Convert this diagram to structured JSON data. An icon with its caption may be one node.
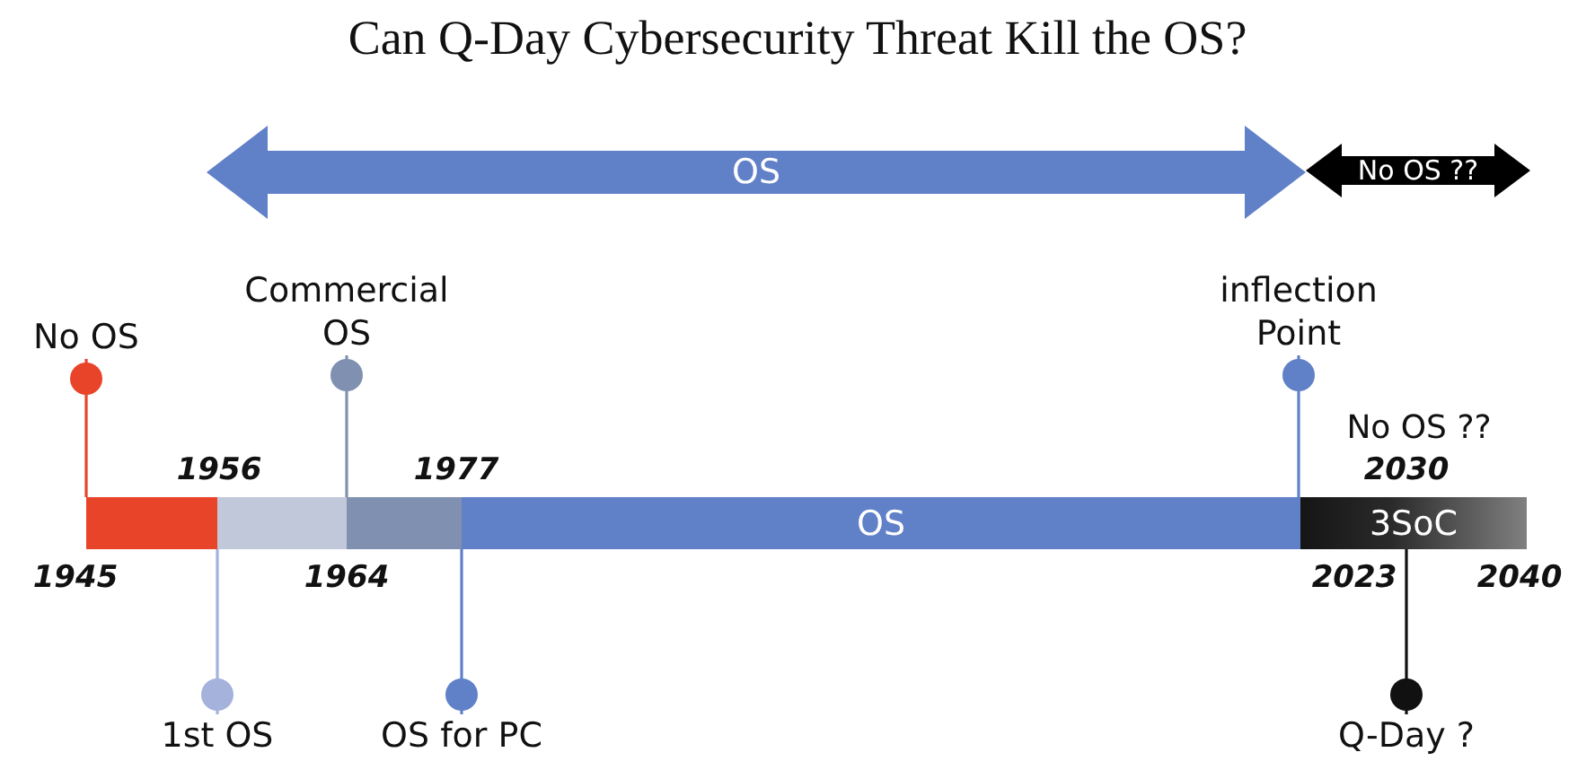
{
  "diagram": {
    "title": "Can Q-Day Cybersecurity Threat Kill the OS?",
    "nodes": [
      {
        "text": [],
        "shape": "bar"
      },
      {
        "text": [],
        "shape": "bar"
      },
      {
        "text": [],
        "shape": "bar"
      },
      {
        "text": [
          "OS"
        ]
      },
      {
        "text": [
          "3SoC"
        ]
      },
      {
        "text": [
          "OS"
        ]
      },
      {
        "text": [
          "No OS ??"
        ]
      },
      {
        "text": [
          "No OS"
        ]
      },
      {
        "text": [
          "1st OS"
        ]
      },
      {
        "text": [
          "Commercial OS"
        ]
      },
      {
        "text": [
          "OS for PC"
        ]
      },
      {
        "text": [
          "inflection Point"
        ]
      },
      {
        "text": [
          "Q-Day ?"
        ]
      }
    ],
    "edges": [
      {
        "from": 7,
        "to": 0,
        "arrow": "other",
        "color": "#e8442a"
      },
      {
        "from": 8,
        "to": 1,
        "arrow": "other",
        "color": "#a4b2dc"
      },
      {
        "from": 9,
        "to": 2,
        "arrow": "other",
        "color": "#7f90b0"
      },
      {
        "from": 10,
        "to": 3,
        "arrow": "other",
        "color": "#6080c8"
      },
      {
        "from": 11,
        "to": 3,
        "arrow": "other",
        "color": "#6080c8"
      },
      {
        "from": 12,
        "to": 4,
        "arrow": "other",
        "color": "#111111"
      }
    ],
    "labels": [
      "No OS ??",
      "1956",
      "1977",
      "2030",
      "1945",
      "1964",
      "2023",
      "2040"
    ]
  }
}
